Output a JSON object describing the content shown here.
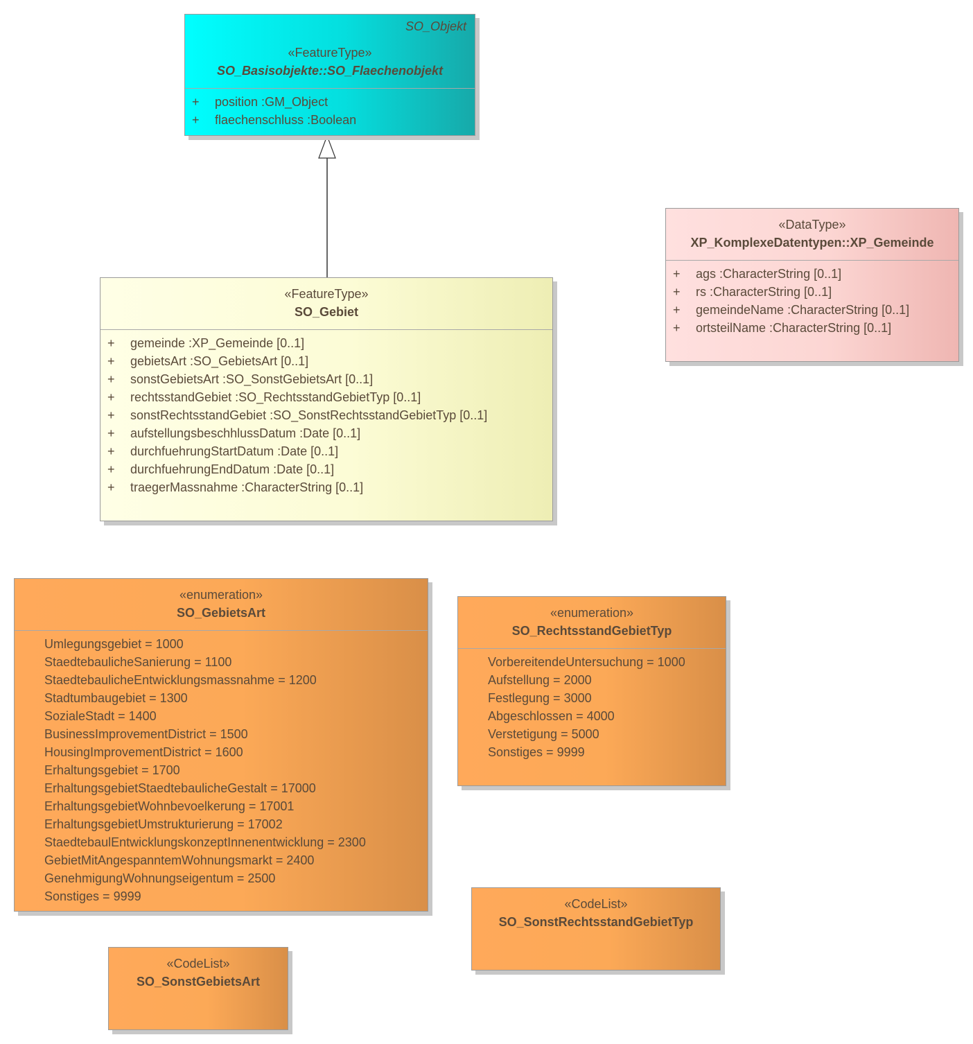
{
  "so_flaechenobjekt": {
    "package_label": "SO_Objekt",
    "stereotype": "«FeatureType»",
    "name": "SO_Basisobjekte::SO_Flaechenobjekt",
    "attributes": [
      {
        "vis": "+",
        "text": "position  :GM_Object"
      },
      {
        "vis": "+",
        "text": "flaechenschluss  :Boolean"
      }
    ]
  },
  "xp_gemeinde": {
    "stereotype": "«DataType»",
    "name": "XP_KomplexeDatentypen::XP_Gemeinde",
    "attributes": [
      {
        "vis": "+",
        "text": "ags  :CharacterString [0..1]"
      },
      {
        "vis": "+",
        "text": "rs  :CharacterString [0..1]"
      },
      {
        "vis": "+",
        "text": "gemeindeName  :CharacterString [0..1]"
      },
      {
        "vis": "+",
        "text": "ortsteilName  :CharacterString [0..1]"
      }
    ]
  },
  "so_gebiet": {
    "stereotype": "«FeatureType»",
    "name": "SO_Gebiet",
    "attributes": [
      {
        "vis": "+",
        "text": "gemeinde  :XP_Gemeinde [0..1]"
      },
      {
        "vis": "+",
        "text": "gebietsArt  :SO_GebietsArt [0..1]"
      },
      {
        "vis": "+",
        "text": "sonstGebietsArt  :SO_SonstGebietsArt [0..1]"
      },
      {
        "vis": "+",
        "text": "rechtsstandGebiet  :SO_RechtsstandGebietTyp [0..1]"
      },
      {
        "vis": "+",
        "text": "sonstRechtsstandGebiet  :SO_SonstRechtsstandGebietTyp [0..1]"
      },
      {
        "vis": "+",
        "text": "aufstellungsbeschhlussDatum  :Date [0..1]"
      },
      {
        "vis": "+",
        "text": "durchfuehrungStartDatum  :Date [0..1]"
      },
      {
        "vis": "+",
        "text": "durchfuehrungEndDatum  :Date [0..1]"
      },
      {
        "vis": "+",
        "text": "traegerMassnahme  :CharacterString [0..1]"
      }
    ]
  },
  "so_gebietsart": {
    "stereotype": "«enumeration»",
    "name": "SO_GebietsArt",
    "literals": [
      "Umlegungsgebiet = 1000",
      "StaedtebaulicheSanierung = 1100",
      "StaedtebaulicheEntwicklungsmassnahme = 1200",
      "Stadtumbaugebiet = 1300",
      "SozialeStadt = 1400",
      "BusinessImprovementDistrict = 1500",
      "HousingImprovementDistrict = 1600",
      "Erhaltungsgebiet = 1700",
      "ErhaltungsgebietStaedtebaulicheGestalt = 17000",
      "ErhaltungsgebietWohnbevoelkerung = 17001",
      "ErhaltungsgebietUmstrukturierung = 17002",
      "StaedtebaulEntwicklungskonzeptInnenentwicklung = 2300",
      "GebietMitAngespanntemWohnungsmarkt = 2400",
      "GenehmigungWohnungseigentum = 2500",
      "Sonstiges = 9999"
    ]
  },
  "so_rechtsstandgebiettyp": {
    "stereotype": "«enumeration»",
    "name": "SO_RechtsstandGebietTyp",
    "literals": [
      "VorbereitendeUntersuchung = 1000",
      "Aufstellung = 2000",
      "Festlegung = 3000",
      "Abgeschlossen = 4000",
      "Verstetigung = 5000",
      "Sonstiges = 9999"
    ]
  },
  "so_sonstrechtsstandgebiettyp": {
    "stereotype": "«CodeList»",
    "name": "SO_SonstRechtsstandGebietTyp"
  },
  "so_sonstgebietsart": {
    "stereotype": "«CodeList»",
    "name": "SO_SonstGebietsArt"
  }
}
